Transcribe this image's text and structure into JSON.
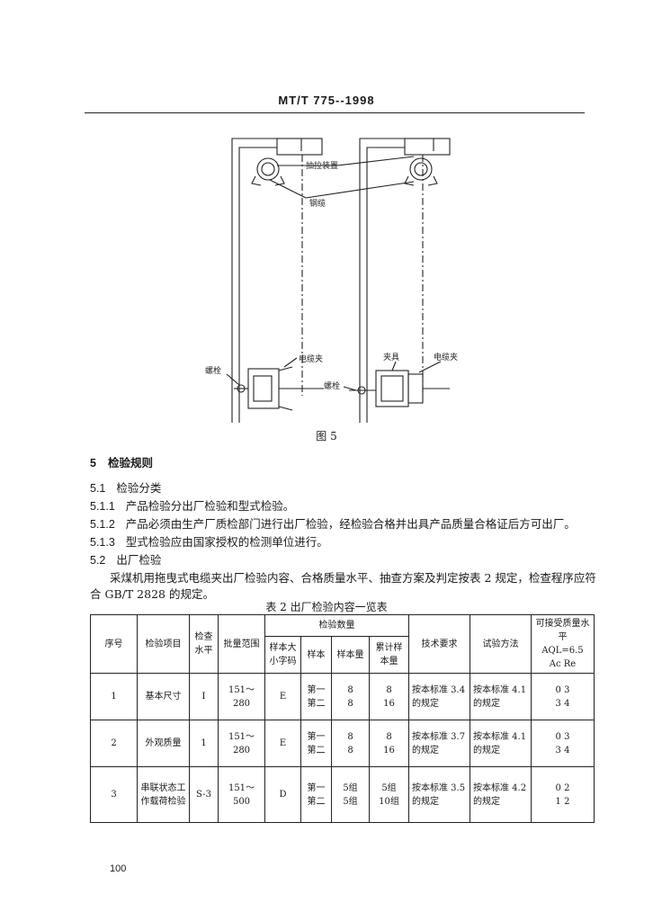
{
  "header": {
    "standard": "MT/T 775--1998"
  },
  "figure": {
    "labels": {
      "clamp_device": "抽拉装置",
      "steel_cable": "钢缆",
      "cable_clamp_left": "电缆夹",
      "bolt_left": "螺栓",
      "fixture": "夹具",
      "cable_clamp_right": "电缆夹",
      "bolt_right": "螺栓"
    },
    "caption": "图 5"
  },
  "sections": {
    "s5": {
      "num": "5",
      "title": "检验规则"
    },
    "s51": {
      "num": "5.1",
      "title": "检验分类"
    },
    "s511": {
      "num": "5.1.1",
      "text": "产品检验分出厂检验和型式检验。"
    },
    "s512": {
      "num": "5.1.2",
      "text": "产品必须由生产厂质检部门进行出厂检验，经检验合格并出具产品质量合格证后方可出厂。"
    },
    "s513": {
      "num": "5.1.3",
      "text": "型式检验应由国家授权的检测单位进行。"
    },
    "s52": {
      "num": "5.2",
      "title": "出厂检验"
    },
    "para1": "采煤机用拖曳式电缆夹出厂检验内容、合格质量水平、抽查方案及判定按表 2 规定，检查程序应符",
    "para2": "合 GB/T 2828 的规定。"
  },
  "table": {
    "title": "表 2   出厂检验内容一览表",
    "headers": {
      "seq": "序号",
      "item": "检验项目",
      "level": "检查水平",
      "batch": "批量范围",
      "qty_group": "检验数量",
      "code": "样本大小字码",
      "sample": "样本",
      "sample_size": "样本量",
      "cumulative": "累计样本量",
      "tech": "技术要求",
      "method": "试验方法",
      "aql_title": "可接受质量水平",
      "aql_value": "AQL=6.5",
      "ac_re": "Ac    Re"
    },
    "rows": [
      {
        "seq": "1",
        "item": "基本尺寸",
        "level": "I",
        "batch": "151～280",
        "code": "E",
        "samples": [
          "第一",
          "第二"
        ],
        "sizes": [
          "8",
          "8"
        ],
        "cumul": [
          "8",
          "16"
        ],
        "tech": "按本标准 3.4 的规定",
        "method": "按本标准 4.1 的规定",
        "ac_re": [
          "0    3",
          "3    4"
        ]
      },
      {
        "seq": "2",
        "item": "外观质量",
        "level": "1",
        "batch": "151～280",
        "code": "E",
        "samples": [
          "第一",
          "第二"
        ],
        "sizes": [
          "8",
          "8"
        ],
        "cumul": [
          "8",
          "16"
        ],
        "tech": "按本标准 3.7 的规定",
        "method": "按本标准 4.1 的规定",
        "ac_re": [
          "0    3",
          "3    4"
        ]
      },
      {
        "seq": "3",
        "item": "串联状态工作载荷检验",
        "level": "S-3",
        "batch": "151～500",
        "code": "D",
        "samples": [
          "第一",
          "第二"
        ],
        "sizes": [
          "5组",
          "5组"
        ],
        "cumul": [
          "5组",
          "10组"
        ],
        "tech": "按本标准 3.5 的规定",
        "method": "按本标准 4.2 的规定",
        "ac_re": [
          "0    2",
          "1    2"
        ]
      }
    ]
  },
  "page_number": "100"
}
